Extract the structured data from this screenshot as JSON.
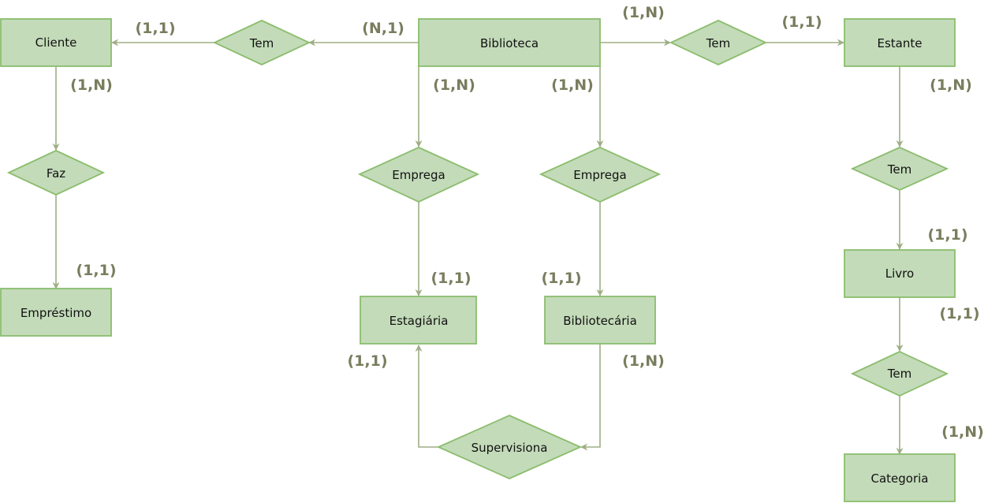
{
  "colors": {
    "fill": "#c3dbb9",
    "stroke": "#8bbd6d",
    "edge": "#9fae85",
    "cardinality": "#7a7d5e",
    "text": "#111111"
  },
  "entities": {
    "cliente": "Cliente",
    "biblioteca": "Biblioteca",
    "estante": "Estante",
    "emprestimo": "Empréstimo",
    "estagiaria": "Estagiária",
    "bibliotecaria": "Bibliotecária",
    "livro": "Livro",
    "categoria": "Categoria"
  },
  "relationships": {
    "tem_cliente": "Tem",
    "tem_estante": "Tem",
    "faz": "Faz",
    "emprega_estagiaria": "Emprega",
    "emprega_bibliotecaria": "Emprega",
    "tem_livro": "Tem",
    "tem_categoria": "Tem",
    "supervisiona": "Supervisiona"
  },
  "cardinalities": {
    "cliente_tem": "(1,1)",
    "biblioteca_tem_cliente": "(N,1)",
    "biblioteca_tem_estante": "(1,N)",
    "tem_estante": "(1,1)",
    "cliente_faz": "(1,N)",
    "faz_emprestimo": "(1,1)",
    "biblioteca_emprega_estagiaria": "(1,N)",
    "biblioteca_emprega_bibliotecaria": "(1,N)",
    "emprega_estagiaria": "(1,1)",
    "emprega_bibliotecaria": "(1,1)",
    "estante_tem": "(1,N)",
    "tem_livro": "(1,1)",
    "livro_tem": "(1,1)",
    "tem_categoria": "(1,N)",
    "supervisiona_estagiaria": "(1,1)",
    "supervisiona_bibliotecaria": "(1,N)"
  }
}
